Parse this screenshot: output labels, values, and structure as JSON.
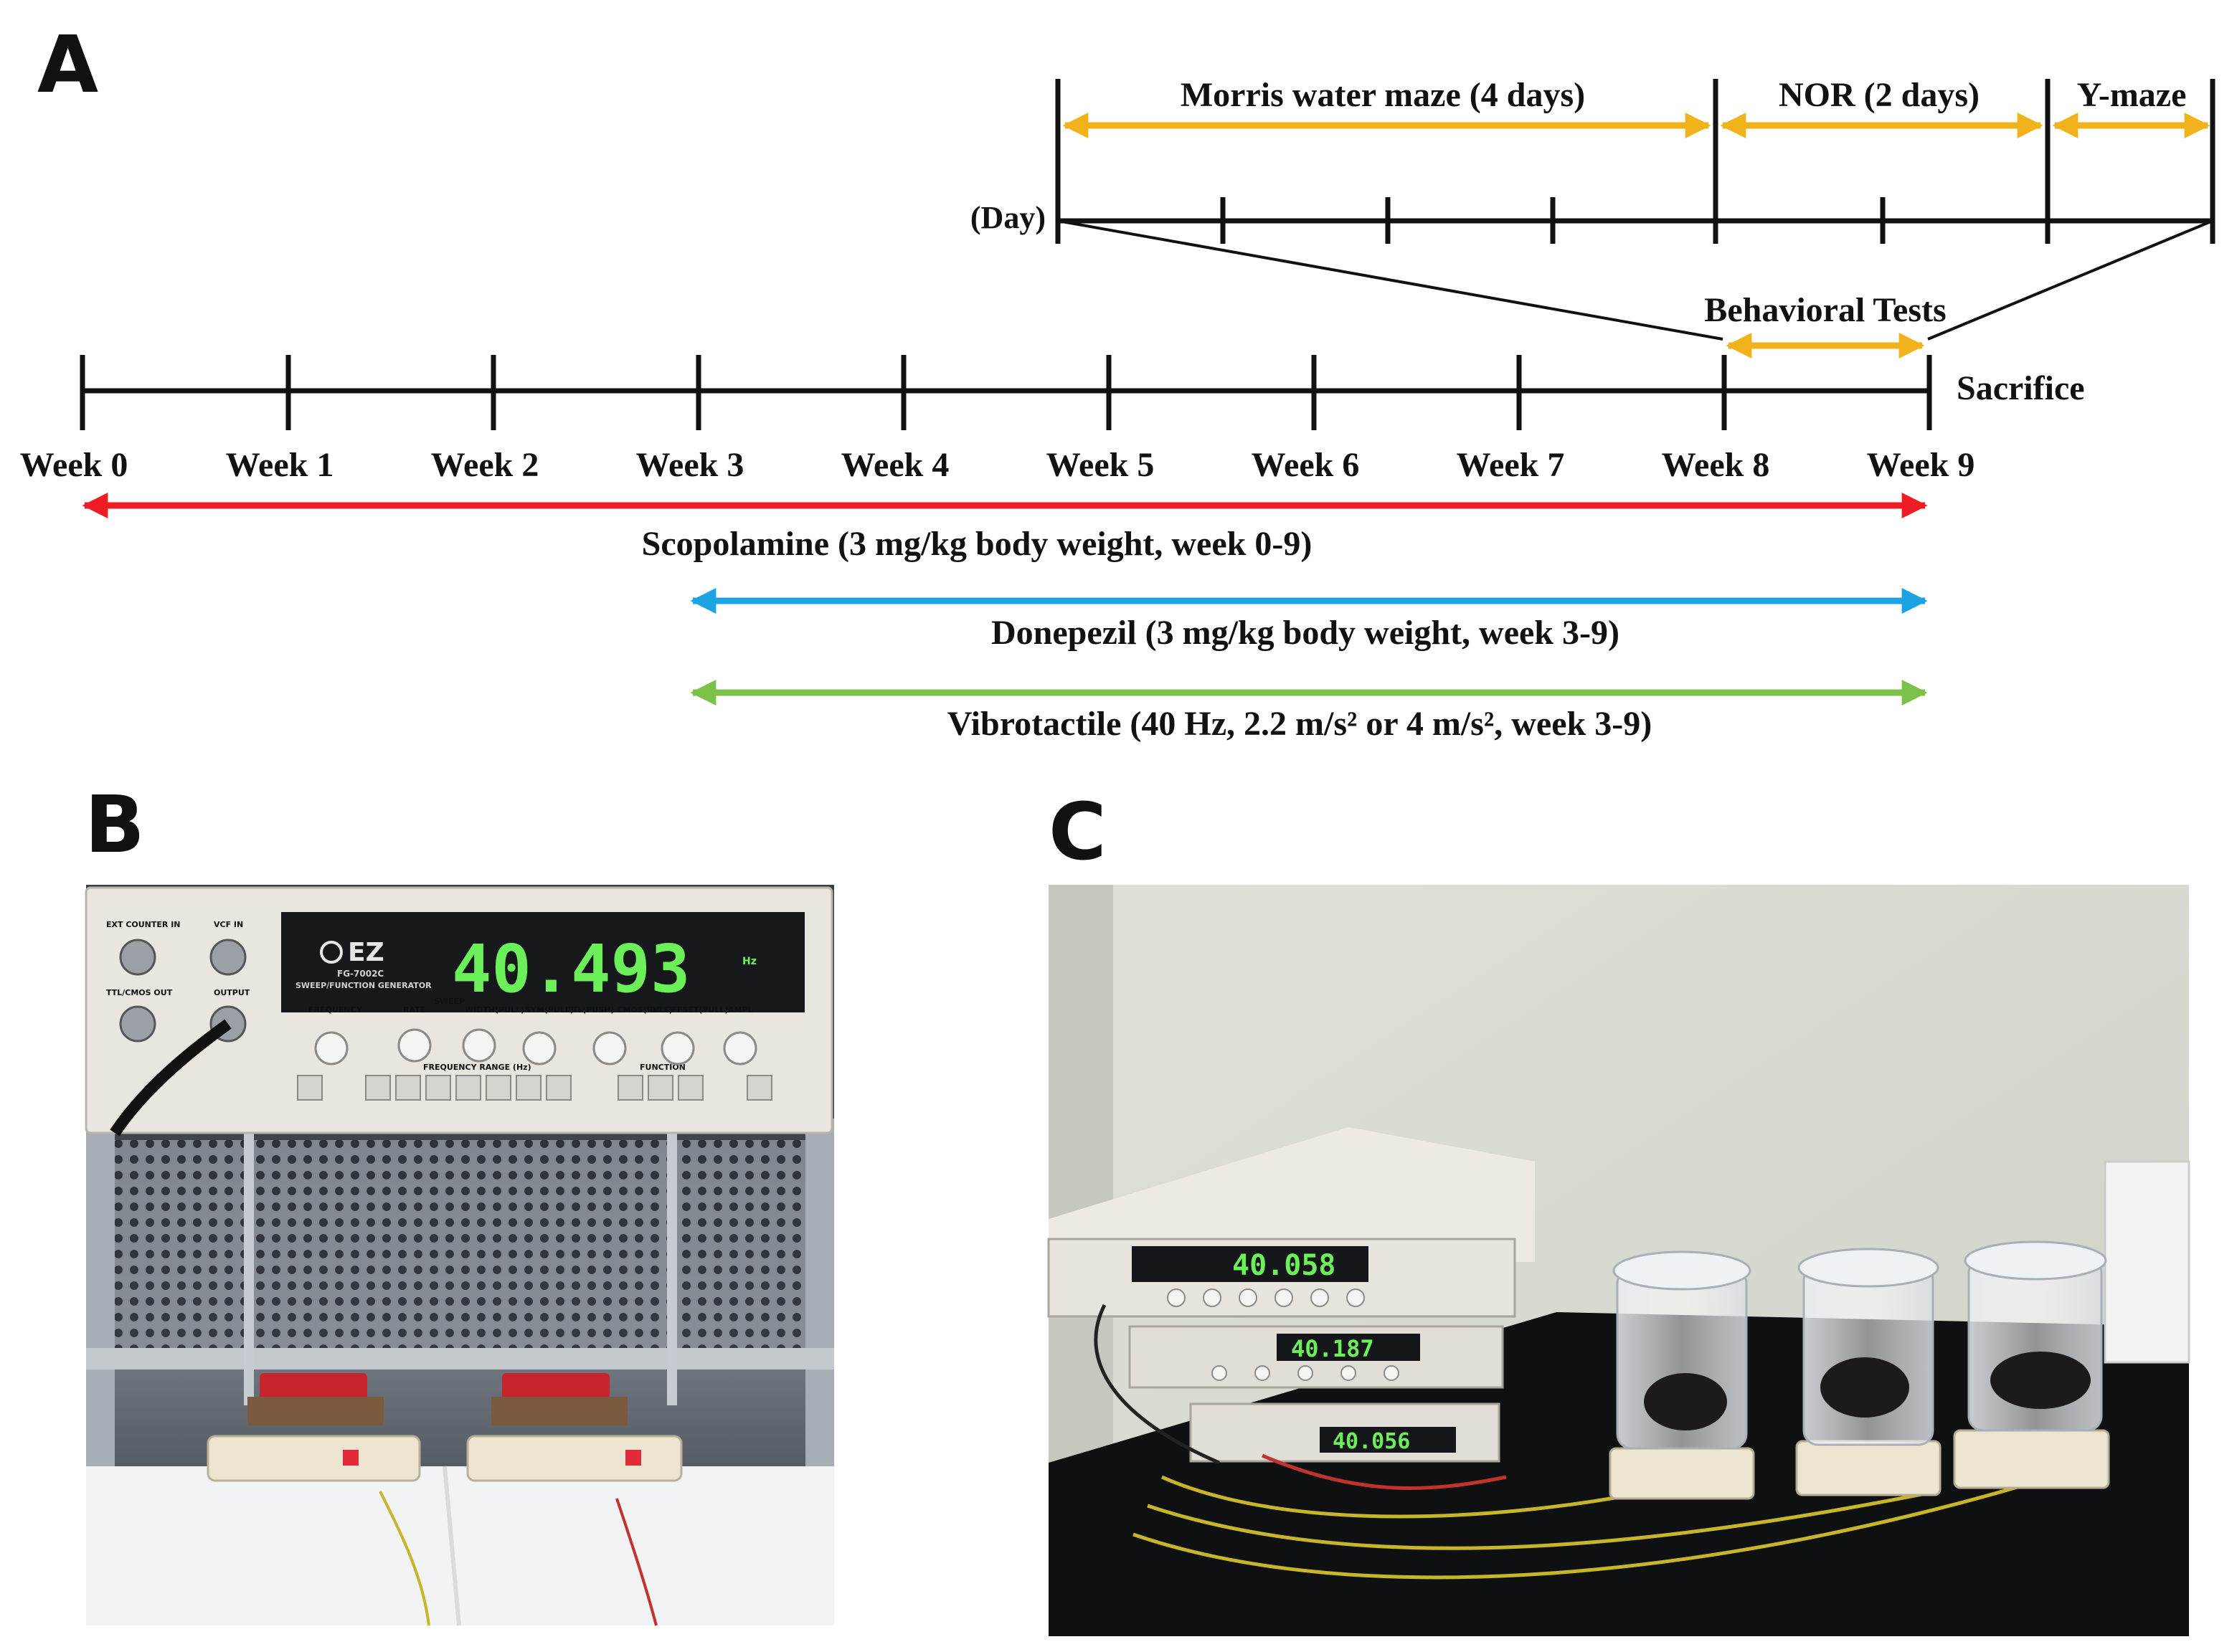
{
  "panels": {
    "a": {
      "label": "A"
    },
    "b": {
      "label": "B"
    },
    "c": {
      "label": "C"
    }
  },
  "timeline": {
    "day_label": "(Day)",
    "weeks": [
      "Week 0",
      "Week 1",
      "Week 2",
      "Week 3",
      "Week 4",
      "Week 5",
      "Week 6",
      "Week 7",
      "Week 8",
      "Week 9"
    ],
    "sacrifice": "Sacrifice",
    "behavioral_tests": "Behavioral Tests",
    "tests": [
      {
        "label": "Morris water maze (4 days)",
        "color": "#F2B21C"
      },
      {
        "label": "NOR (2 days)",
        "color": "#F2B21C"
      },
      {
        "label": "Y-maze",
        "color": "#F2B21C"
      }
    ],
    "treatments": [
      {
        "label": "Scopolamine (3 mg/kg body weight, week 0-9)",
        "color": "#EE1C24"
      },
      {
        "label": "Donepezil (3 mg/kg body weight, week 3-9)",
        "color": "#1CA3E3"
      },
      {
        "label": "Vibrotactile (40 Hz, 2.2 m/s² or 4 m/s², week 3-9)",
        "color": "#7CC24A"
      }
    ]
  },
  "photo_b": {
    "device": {
      "brand": "EZ",
      "model": "FG-7002C",
      "subtitle": "SWEEP/FUNCTION GENERATOR",
      "readout": "40.493",
      "unit": "Hz",
      "jack_labels": [
        "EXT COUNTER IN",
        "VCF IN",
        "TTL/CMOS OUT",
        "OUTPUT"
      ],
      "knob_labels": [
        "FREQUENCY",
        "RATE",
        "SWEEP",
        "WIDTH(PULL)",
        "SYM(PULL)",
        "TTL(PUSH) CMOS(PULL)",
        "DC OFFSET(PULL)",
        "AMPL"
      ],
      "range_label": "FREQUENCY RANGE (Hz)",
      "function_label": "FUNCTION"
    }
  },
  "photo_c": {
    "readouts": [
      "40.058",
      "40.187",
      "40.056"
    ]
  }
}
